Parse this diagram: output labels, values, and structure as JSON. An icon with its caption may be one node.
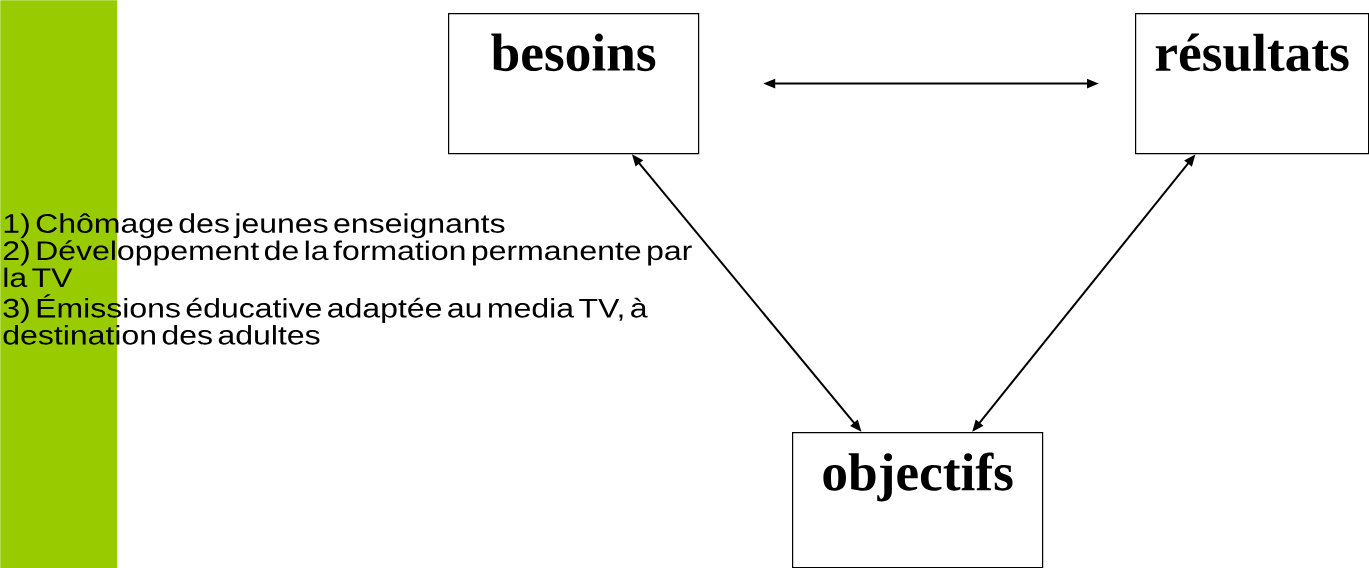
{
  "diagram": {
    "nodes": [
      {
        "text": [
          "besoins"
        ]
      },
      {
        "text": [
          "résultats"
        ]
      },
      {
        "text": [
          "objectifs"
        ]
      },
      {
        "text": [],
        "shape": "bar"
      }
    ],
    "edges": [
      {
        "from": 0,
        "to": 1,
        "arrow": "both"
      },
      {
        "from": 0,
        "to": 2,
        "arrow": "both"
      },
      {
        "from": 1,
        "to": 2,
        "arrow": "both"
      }
    ],
    "labels": [
      "1) Chômage des jeunes enseignants",
      "2) Développement de la formation permanente par la TV",
      "3) Émissions éducative adaptée au media TV, à destination des adultes"
    ]
  }
}
